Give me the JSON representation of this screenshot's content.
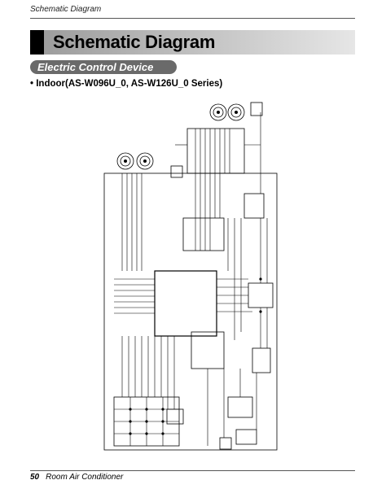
{
  "header": {
    "running_title": "Schematic Diagram"
  },
  "title": "Schematic Diagram",
  "section": "Electric Control Device",
  "subheading": "• Indoor(AS-W096U_0, AS-W126U_0 Series)",
  "footer": {
    "page_number": "50",
    "product": "Room Air Conditioner"
  }
}
